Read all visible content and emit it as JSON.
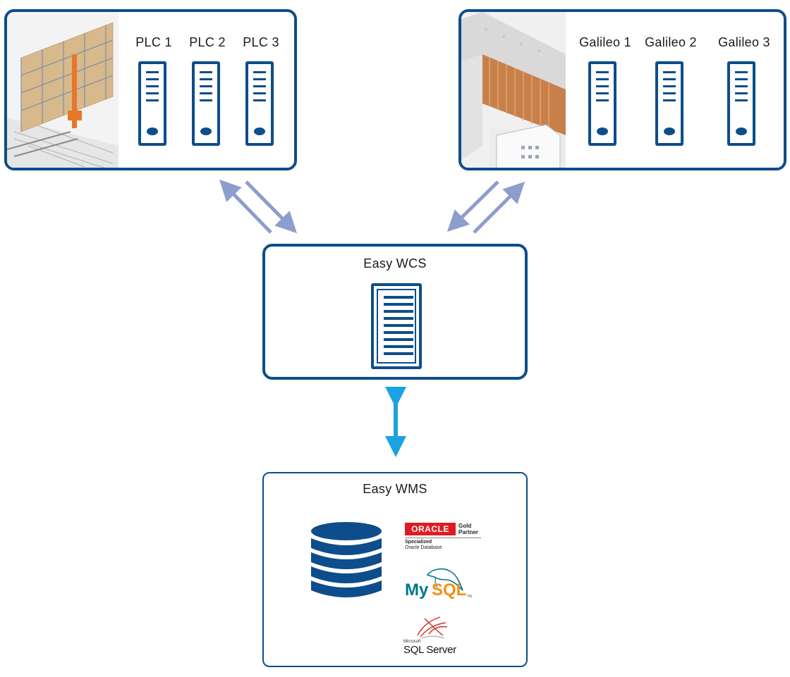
{
  "colors": {
    "border": "#0d4d8b",
    "arrow_light": "#8d9dcc",
    "arrow_blue": "#1aa3e0",
    "oracle_red": "#e01b22",
    "mysql_blue": "#00758f",
    "mysql_orange": "#f29111"
  },
  "plc_group": {
    "servers": [
      {
        "label": "PLC 1"
      },
      {
        "label": "PLC 2"
      },
      {
        "label": "PLC 3"
      }
    ]
  },
  "galileo_group": {
    "servers": [
      {
        "label": "Galileo 1"
      },
      {
        "label": "Galileo 2"
      },
      {
        "label": "Galileo 3"
      }
    ]
  },
  "wcs": {
    "title": "Easy WCS"
  },
  "wms": {
    "title": "Easy WMS",
    "oracle": {
      "brand": "ORACLE",
      "badge_line1": "Gold",
      "badge_line2": "Partner",
      "spec_line1": "Specialized",
      "spec_line2": "Oracle Database"
    },
    "mysql": {
      "brand_my": "My",
      "brand_sql": "SQL",
      "tm": "TM"
    },
    "sqlserver": {
      "small": "Microsoft",
      "brand": "SQL Server"
    }
  },
  "icons": {
    "server": "server-icon",
    "database": "database-icon",
    "warehouse": "warehouse-photo"
  }
}
